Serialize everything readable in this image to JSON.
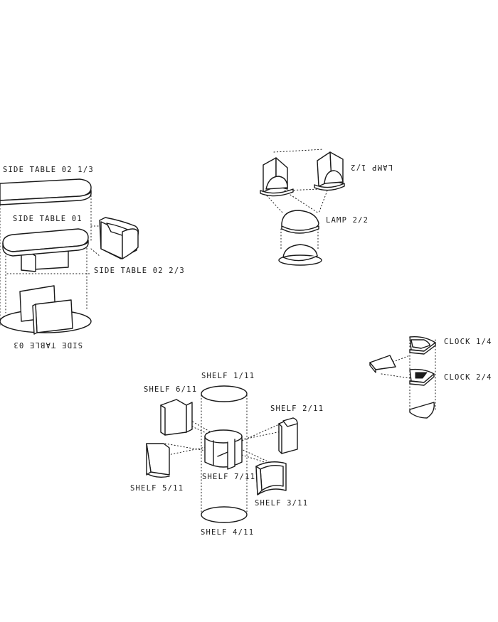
{
  "labels": {
    "side_table_02_1": "SIDE TABLE 02 1/3",
    "side_table_01": "SIDE TABLE 01",
    "side_table_02_2": "SIDE TABLE 02 2/3",
    "side_table_03": "SIDE TABLE 03",
    "lamp_1": "LAMP 1/2",
    "lamp_2": "LAMP 2/2",
    "clock_1": "CLOCK 1/4",
    "clock_2": "CLOCK 2/4",
    "shelf_1": "SHELF 1/11",
    "shelf_2": "SHELF 2/11",
    "shelf_3": "SHELF 3/11",
    "shelf_4": "SHELF 4/11",
    "shelf_5": "SHELF 5/11",
    "shelf_6": "SHELF 6/11",
    "shelf_7": "SHELF 7/11"
  }
}
